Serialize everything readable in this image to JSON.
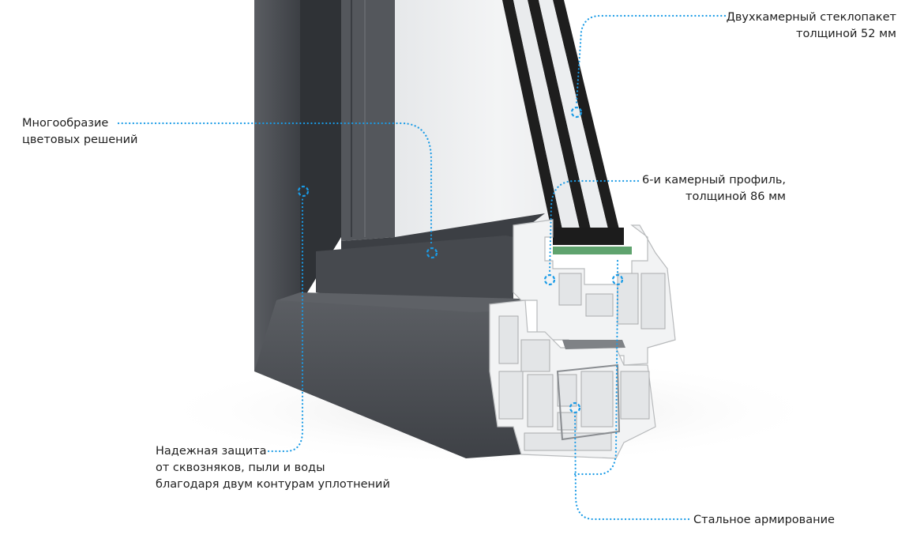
{
  "callouts": {
    "glass": {
      "line1": "Двухкамерный стеклопакет",
      "line2": "толщиной 52 мм"
    },
    "color": {
      "line1": "Многообразие",
      "line2": "цветовых решений"
    },
    "profile": {
      "line1": "6-и камерный профиль,",
      "line2": "толщиной 86 мм"
    },
    "seal": {
      "line1": "Надежная защита",
      "line2": "от сквозняков, пыли и воды",
      "line3": "благодаря двум контурам уплотнений"
    },
    "steel": {
      "line1": "Стальное армирование"
    }
  },
  "colors": {
    "accent": "#1a9be6",
    "frame": "#4a4d52",
    "frame_dark": "#2f3236",
    "pvc": "#f2f3f4",
    "gasket": "#1c1c1c",
    "spacer": "#5fa36e"
  }
}
